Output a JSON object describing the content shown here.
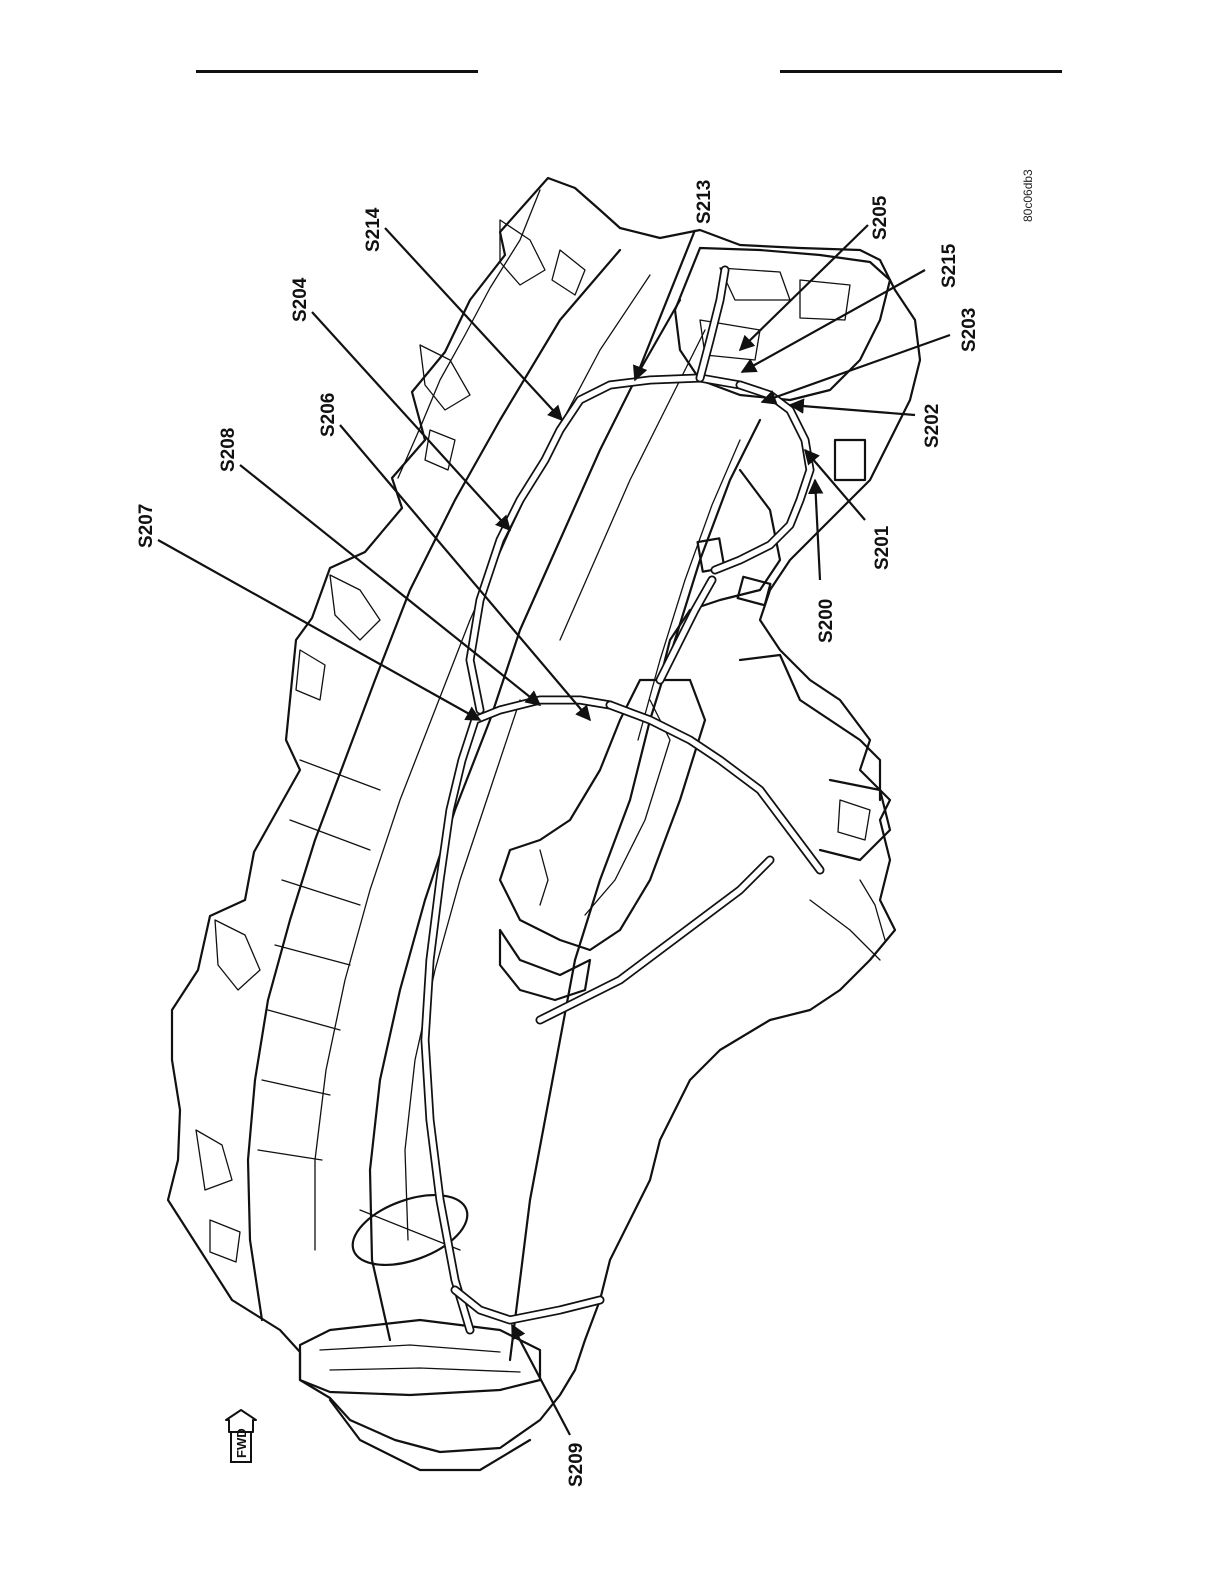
{
  "figure_id": "80c06db3",
  "fwd_label": "FWD",
  "splices": [
    {
      "id": "s207",
      "label": "S207"
    },
    {
      "id": "s208",
      "label": "S208"
    },
    {
      "id": "s206",
      "label": "S206"
    },
    {
      "id": "s204",
      "label": "S204"
    },
    {
      "id": "s214",
      "label": "S214"
    },
    {
      "id": "s213",
      "label": "S213"
    },
    {
      "id": "s205",
      "label": "S205"
    },
    {
      "id": "s215",
      "label": "S215"
    },
    {
      "id": "s203",
      "label": "S203"
    },
    {
      "id": "s202",
      "label": "S202"
    },
    {
      "id": "s201",
      "label": "S201"
    },
    {
      "id": "s200",
      "label": "S200"
    },
    {
      "id": "s209",
      "label": "S209"
    }
  ]
}
